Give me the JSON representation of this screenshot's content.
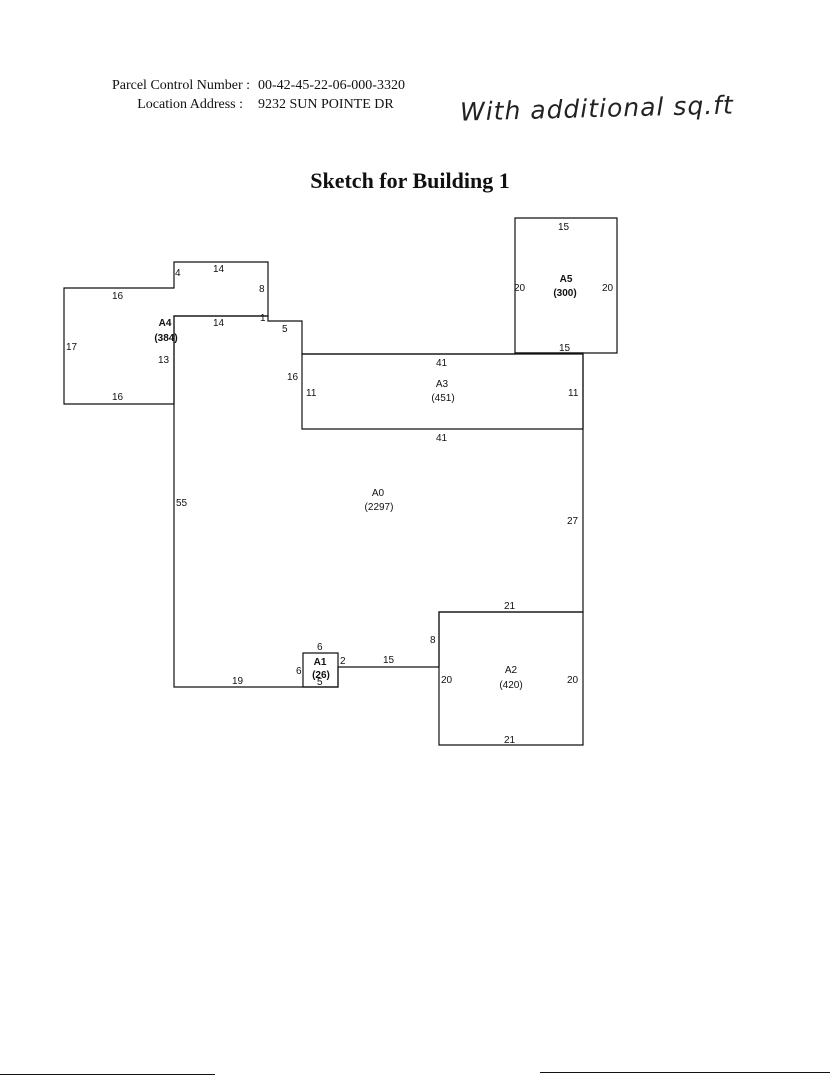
{
  "header": {
    "parcel_label": "Parcel Control Number :",
    "parcel_value": "00-42-45-22-06-000-3320",
    "address_label": "Location Address :",
    "address_value": "9232 SUN POINTE DR"
  },
  "handwritten_note": "With additional sq.ft",
  "title": "Sketch for Building 1",
  "areas": {
    "a0": {
      "name": "A0",
      "area": "(2297)"
    },
    "a1": {
      "name": "A1",
      "area": "(26)"
    },
    "a2": {
      "name": "A2",
      "area": "(420)"
    },
    "a3": {
      "name": "A3",
      "area": "(451)"
    },
    "a4": {
      "name": "A4",
      "area": "(384)"
    },
    "a5": {
      "name": "A5",
      "area": "(300)"
    }
  },
  "dimensions": {
    "a5_top": "15",
    "a5_left": "20",
    "a5_right": "20",
    "a5_bottom": "15",
    "a4_top_step": "14",
    "a4_step_vertical": "4",
    "a4_step_right": "8",
    "a4_top": "16",
    "a4_left": "17",
    "a4_inner": "13",
    "a4_bottom": "16",
    "a0_top": "14",
    "a0_notch_v": "1",
    "a0_notch_h": "5",
    "a0_notch_down": "16",
    "a3_top": "41",
    "a3_left": "11",
    "a3_right": "11",
    "a3_bottom": "41",
    "a0_left": "55",
    "a0_right": "27",
    "a0_bottom": "19",
    "a1_top": "6",
    "a1_left": "6",
    "a1_right": "2",
    "a1_bottom": "5",
    "connector": "15",
    "a2_top": "21",
    "a2_connector_v": "8",
    "a2_left": "20",
    "a2_right": "20",
    "a2_bottom": "21"
  }
}
